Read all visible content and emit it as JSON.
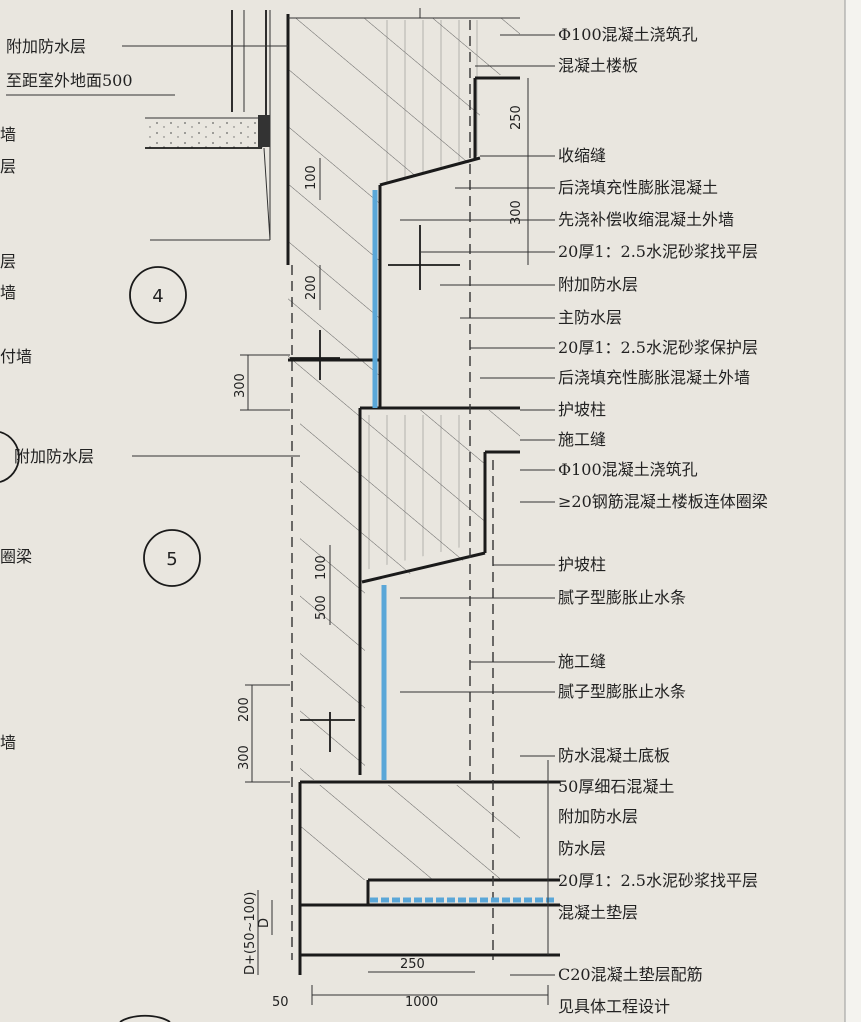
{
  "left_labels": {
    "additional_waterproof": "附加防水层",
    "to_grade": "至距室外地面500",
    "additional_waterproof_2": "附加防水层",
    "frag_wall_1": "墙",
    "frag_ceng_1": "层",
    "frag_ceng_2": "层",
    "frag_wall_2": "墙",
    "frag_fu_wall": "付墙",
    "frag_ring_beam": "圈梁",
    "frag_wall_3": "墙"
  },
  "detail_markers": [
    "4",
    "5"
  ],
  "right_labels": [
    "Φ100混凝土浇筑孔",
    "混凝土楼板",
    "收缩缝",
    "后浇填充性膨胀混凝土",
    "先浇补偿收缩混凝土外墙",
    "20厚1：2.5水泥砂浆找平层",
    "附加防水层",
    "主防水层",
    "20厚1：2.5水泥砂浆保护层",
    "后浇填充性膨胀混凝土外墙",
    "护坡柱",
    "施工缝",
    "Φ100混凝土浇筑孔",
    "≥20钢筋混凝土楼板连体圈梁",
    "护坡柱",
    "腻子型膨胀止水条",
    "施工缝",
    "腻子型膨胀止水条",
    "防水混凝土底板",
    "50厚细石混凝土",
    "附加防水层",
    "防水层",
    "20厚1：2.5水泥砂浆找平层",
    "混凝土垫层",
    "C20混凝土垫层配筋",
    "见具体工程设计"
  ],
  "dimensions": {
    "d250_top": "250",
    "d100_a": "100",
    "d300_a": "300",
    "d200_a": "200",
    "d300_b": "300",
    "d100_b": "100",
    "d500": "500",
    "d200_b": "200",
    "d300_c": "300",
    "d_depth": "D+(50~100)",
    "d_d": "D",
    "d250_bottom": "250",
    "d50": "50",
    "d1000": "1000"
  },
  "colors": {
    "paper": "#e9e6df",
    "ink": "#1a1a1a",
    "waterproof_blue": "#5aa7d8"
  }
}
